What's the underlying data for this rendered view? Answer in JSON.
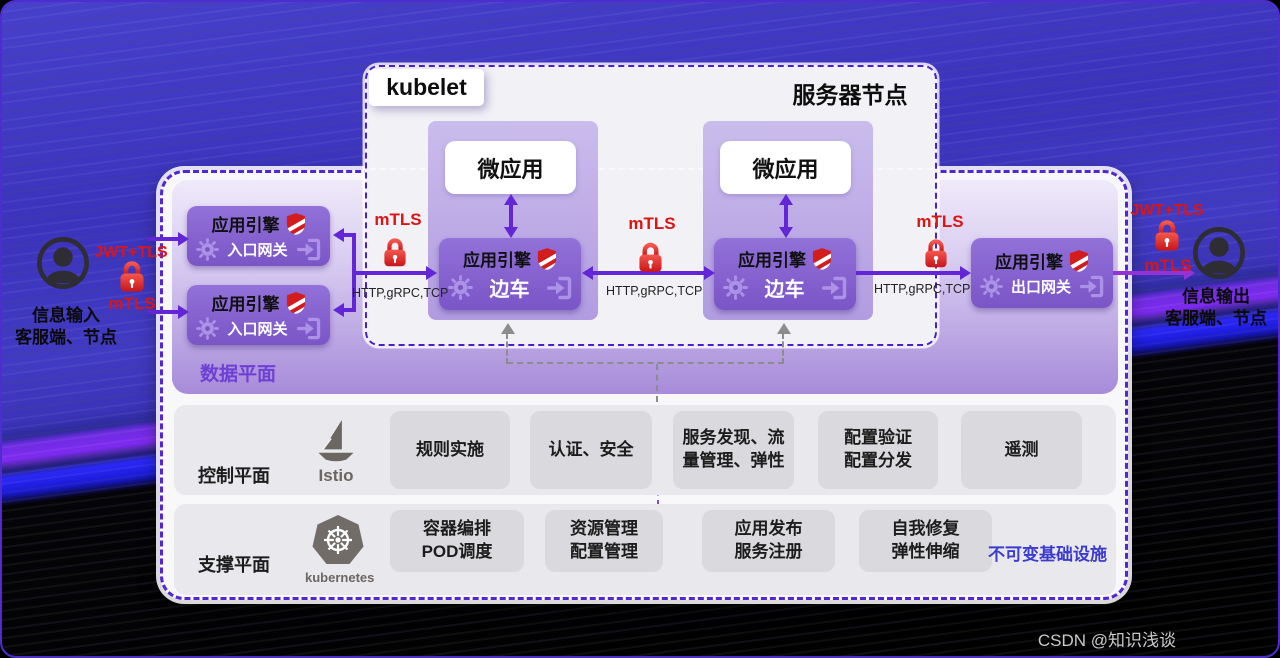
{
  "clients": {
    "input": {
      "line1": "信息输入",
      "line2": "客服端、节点",
      "jwt": "JWT+TLS",
      "mtls": "mTLS"
    },
    "output": {
      "line1": "信息输出",
      "line2": "客服端、节点",
      "jwt": "JWT+TLS",
      "mtls": "mTLS"
    }
  },
  "server_node": {
    "kubelet_label": "kubelet",
    "title": "服务器节点"
  },
  "data_plane": {
    "label": "数据平面",
    "ingress_top": {
      "title": "应用引擎",
      "subtitle": "入口网关"
    },
    "ingress_bottom": {
      "title": "应用引擎",
      "subtitle": "入口网关"
    },
    "pod_left": {
      "app": "微应用",
      "engine_title": "应用引擎",
      "engine_subtitle": "边车"
    },
    "pod_right": {
      "app": "微应用",
      "engine_title": "应用引擎",
      "engine_subtitle": "边车"
    },
    "egress": {
      "title": "应用引擎",
      "subtitle": "出口网关"
    },
    "link_left": {
      "mtls": "mTLS",
      "protocol": "HTTP,gRPC,TCP"
    },
    "link_middle": {
      "mtls": "mTLS",
      "protocol": "HTTP,gRPC,TCP"
    },
    "link_right": {
      "mtls": "mTLS",
      "protocol": "HTTP,gRPC,TCP"
    }
  },
  "control_plane": {
    "label": "控制平面",
    "logo_text": "Istio",
    "items": [
      {
        "line1": "规则实施"
      },
      {
        "line1": "认证、安全"
      },
      {
        "line1": "服务发现、流",
        "line2": "量管理、弹性"
      },
      {
        "line1": "配置验证",
        "line2": "配置分发"
      },
      {
        "line1": "遥测"
      }
    ]
  },
  "support_plane": {
    "label": "支撑平面",
    "logo_text": "kubernetes",
    "items": [
      {
        "line1": "容器编排",
        "line2": "POD调度"
      },
      {
        "line1": "资源管理",
        "line2": "配置管理"
      },
      {
        "line1": "应用发布",
        "line2": "服务注册"
      },
      {
        "line1": "自我修复",
        "line2": "弹性伸缩"
      }
    ],
    "note": "不可变基础设施"
  },
  "watermark": "CSDN @知识浅谈",
  "colors": {
    "accent_purple": "#6226d6",
    "dashed_border": "#4a1fd0",
    "security_red": "#dd1414",
    "note_blue": "#3b3bcf",
    "band_purple": "#a78bd9"
  }
}
